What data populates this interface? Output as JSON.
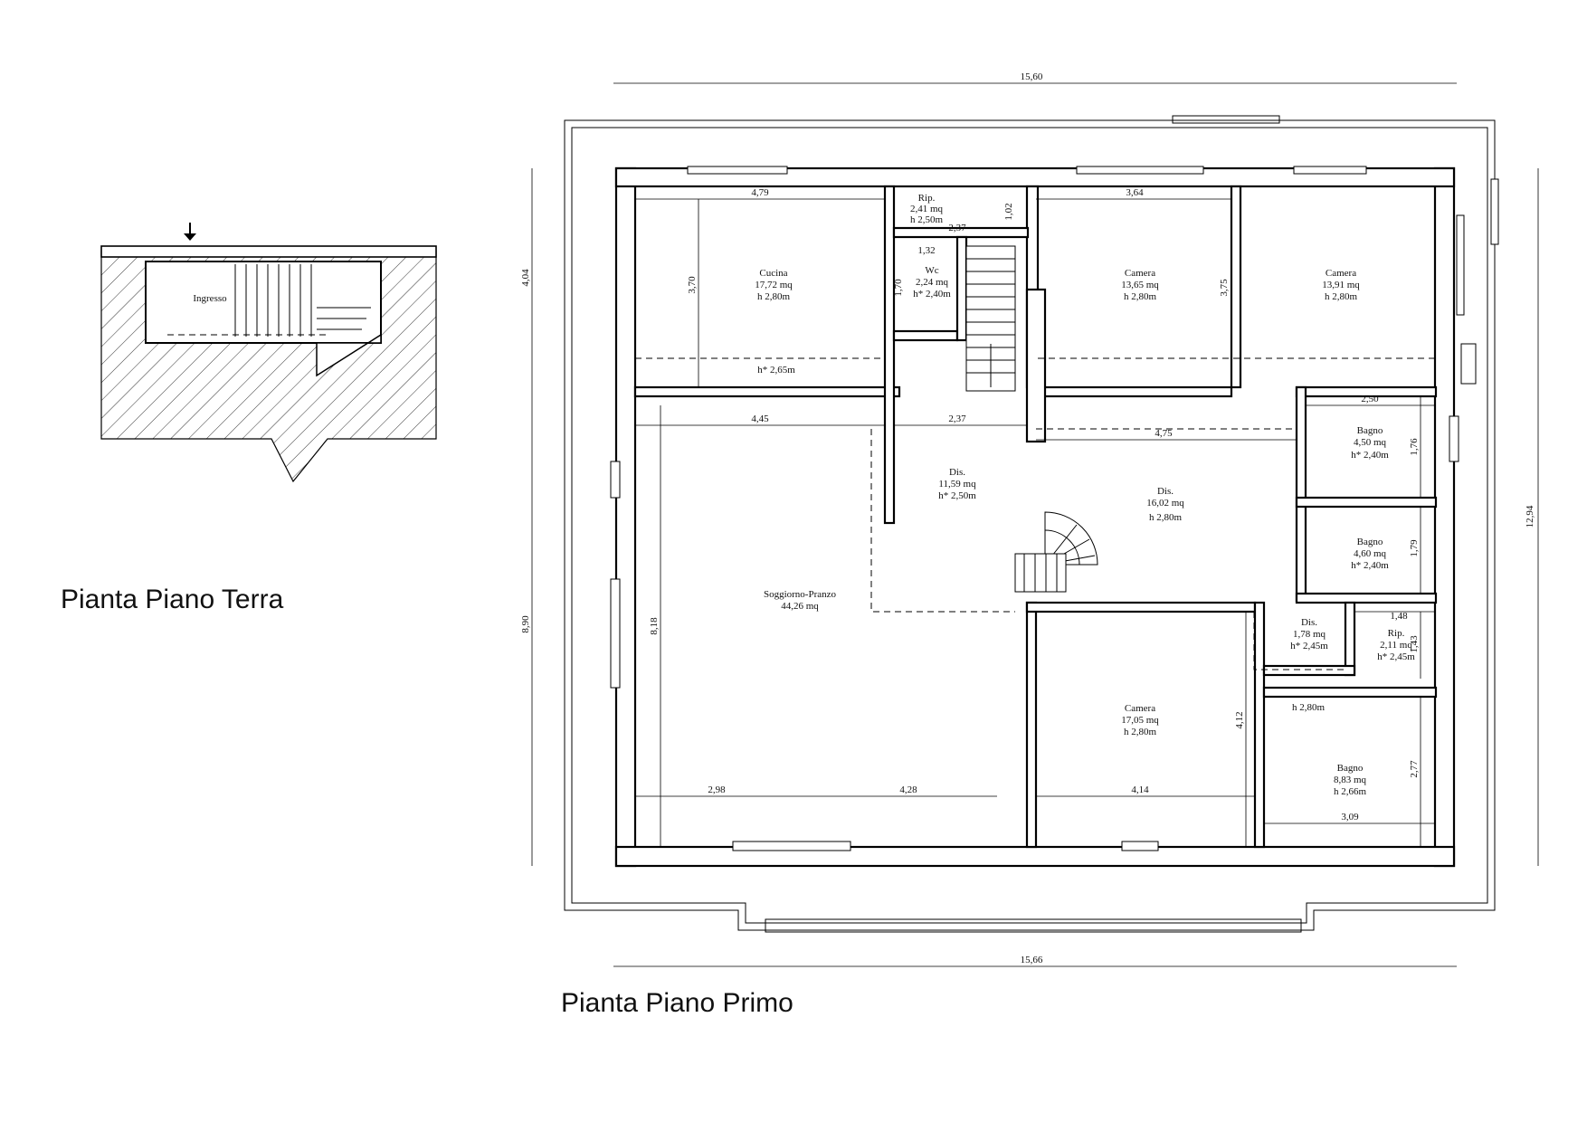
{
  "captions": {
    "ground_floor": "Pianta Piano Terra",
    "first_floor": "Pianta Piano Primo"
  },
  "ground_floor": {
    "entrance_label": "Ingresso"
  },
  "rooms": [
    {
      "id": "cucina",
      "lines": [
        "Cucina",
        "17,72 mq",
        "h 2,80m"
      ]
    },
    {
      "id": "rip-top",
      "lines": [
        "Rip.",
        "2,41 mq",
        "h 2,50m"
      ]
    },
    {
      "id": "wc",
      "lines": [
        "Wc",
        "2,24 mq",
        "h* 2,40m"
      ]
    },
    {
      "id": "camera-1",
      "lines": [
        "Camera",
        "13,65 mq",
        "h 2,80m"
      ]
    },
    {
      "id": "camera-2",
      "lines": [
        "Camera",
        "13,91 mq",
        "h 2,80m"
      ]
    },
    {
      "id": "dis-1",
      "lines": [
        "Dis.",
        "11,59 mq",
        "h* 2,50m"
      ]
    },
    {
      "id": "dis-2",
      "lines": [
        "Dis.",
        "16,02 mq",
        "h 2,80m"
      ]
    },
    {
      "id": "bagno-1",
      "lines": [
        "Bagno",
        "4,50 mq",
        "h* 2,40m"
      ]
    },
    {
      "id": "bagno-2",
      "lines": [
        "Bagno",
        "4,60 mq",
        "h* 2,40m"
      ]
    },
    {
      "id": "soggiorno",
      "lines": [
        "Soggiorno-Pranzo",
        "44,26 mq"
      ]
    },
    {
      "id": "dis-3",
      "lines": [
        "Dis.",
        "1,78 mq",
        "h* 2,45m"
      ]
    },
    {
      "id": "rip-small",
      "lines": [
        "Rip.",
        "2,11 mq",
        "h* 2,45m"
      ]
    },
    {
      "id": "camera-3",
      "lines": [
        "Camera",
        "17,05 mq",
        "h 2,80m"
      ]
    },
    {
      "id": "bagno-3",
      "lines": [
        "Bagno",
        "8,83 mq",
        "h 2,66m"
      ]
    }
  ],
  "heights": [
    "h* 2,65m",
    "h 2,80m"
  ],
  "dimensions": {
    "overall_top": "15,60",
    "overall_bottom": "15,66",
    "overall_right": "12,94",
    "left_upper": "4,04",
    "left_lower": "8,90",
    "cucina_w": "4,79",
    "cucina_h": "3,70",
    "rip_w": "2,37",
    "rip_h": "1,02",
    "wc_w": "1,32",
    "wc_h": "1,70",
    "camera1_w": "3,64",
    "camera1_h": "3,75",
    "sogg_w": "4,45",
    "dis1_w": "2,37",
    "dis2_w": "4,75",
    "bagno1_w": "2,50",
    "bagno1_h": "1,76",
    "bagno2_h": "1,79",
    "sogg_h": "8,18",
    "sogg_bottom_a": "2,98",
    "sogg_bottom_b": "4,28",
    "rip_small_w": "1,48",
    "rip_small_h": "1,43",
    "camera3_h": "4,12",
    "camera3_w": "4,14",
    "bagno3_h": "2,77",
    "bagno3_w": "3,09"
  }
}
